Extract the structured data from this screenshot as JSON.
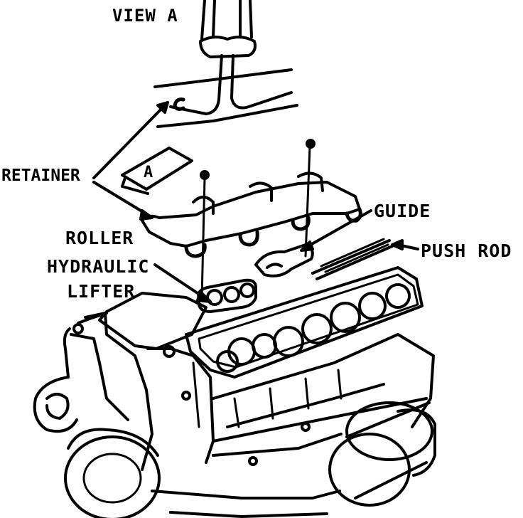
{
  "labels": {
    "view": "VIEW A",
    "retainer": "RETAINER",
    "guide": "GUIDE",
    "push_rod": "PUSH ROD",
    "roller": "ROLLER",
    "hydraulic": "HYDRAULIC",
    "lifter": "LIFTER",
    "marker": "A"
  },
  "colors": {
    "ink": "#000000",
    "paper": "#ffffff"
  }
}
